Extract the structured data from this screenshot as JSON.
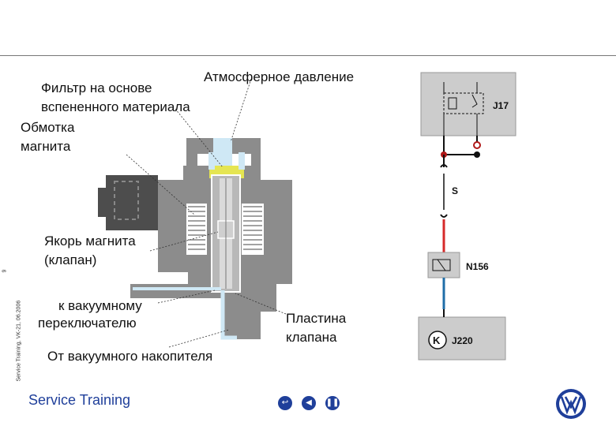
{
  "labels": {
    "atmospheric": "Атмосферное давление",
    "filter_line1": "Фильтр на основе",
    "filter_line2": "вспененного материала",
    "coil_line1": "Обмотка",
    "coil_line2": "магнита",
    "armature_line1": "Якорь магнита",
    "armature_line2": "(клапан)",
    "to_switch_line1": "к вакуумному",
    "to_switch_line2": "переключателю",
    "plate_line1": "Пластина",
    "plate_line2": "клапана",
    "from_tank": "От вакуумного накопителя"
  },
  "circuit": {
    "j17": "J17",
    "s": "S",
    "n156": "N156",
    "j220": "J220",
    "k": "K"
  },
  "footer": {
    "brand": "Service Training",
    "side_text": "Service Training, VK-21, 06.2006",
    "page": "9"
  },
  "colors": {
    "housing": "#8c8c8c",
    "housing_dark": "#6f6f6f",
    "port_blue": "#cfe8f5",
    "red_wire": "#d62a2a",
    "blue_wire": "#1f6ea8",
    "brand_blue": "#1f3f9a"
  }
}
